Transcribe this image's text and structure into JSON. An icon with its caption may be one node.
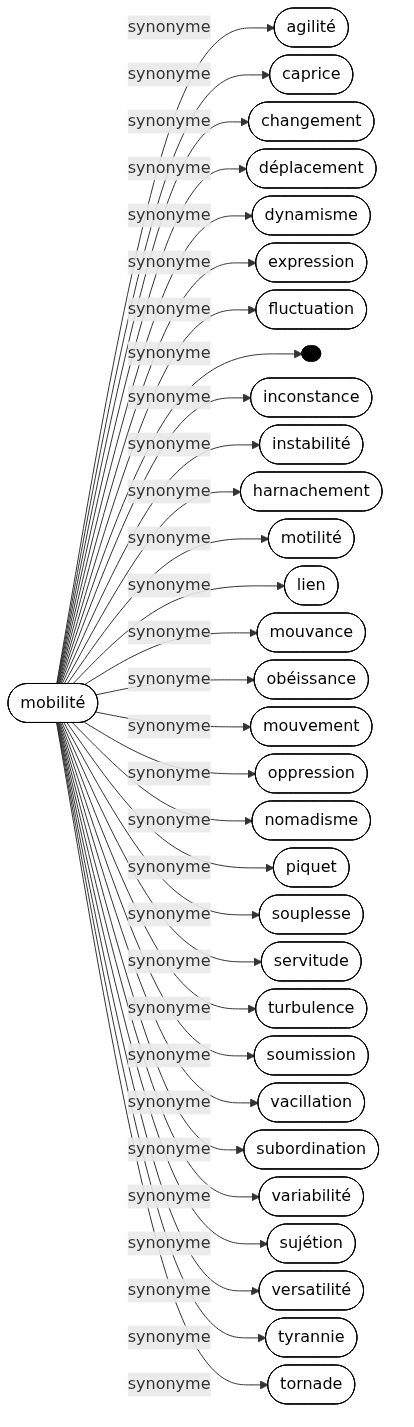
{
  "diagram": {
    "nodes": [
      {
        "text": [
          "mobilité"
        ]
      },
      {
        "text": [
          "agilité"
        ]
      },
      {
        "text": [
          "caprice"
        ]
      },
      {
        "text": [
          "changement"
        ]
      },
      {
        "text": [
          "déplacement"
        ]
      },
      {
        "text": [
          "dynamisme"
        ]
      },
      {
        "text": [
          "expression"
        ]
      },
      {
        "text": [
          "fluctuation"
        ]
      },
      {
        "text": [],
        "shape": "ellipse"
      },
      {
        "text": [
          "inconstance"
        ]
      },
      {
        "text": [
          "instabilité"
        ]
      },
      {
        "text": [
          "harnachement"
        ]
      },
      {
        "text": [
          "motilité"
        ]
      },
      {
        "text": [
          "lien"
        ]
      },
      {
        "text": [
          "mouvance"
        ]
      },
      {
        "text": [
          "obéissance"
        ]
      },
      {
        "text": [
          "mouvement"
        ]
      },
      {
        "text": [
          "oppression"
        ]
      },
      {
        "text": [
          "nomadisme"
        ]
      },
      {
        "text": [
          "piquet"
        ]
      },
      {
        "text": [
          "souplesse"
        ]
      },
      {
        "text": [
          "servitude"
        ]
      },
      {
        "text": [
          "turbulence"
        ]
      },
      {
        "text": [
          "soumission"
        ]
      },
      {
        "text": [
          "vacillation"
        ]
      },
      {
        "text": [
          "subordination"
        ]
      },
      {
        "text": [
          "variabilité"
        ]
      },
      {
        "text": [
          "sujétion"
        ]
      },
      {
        "text": [
          "versatilité"
        ]
      },
      {
        "text": [
          "tyrannie"
        ]
      },
      {
        "text": [
          "tornade"
        ]
      }
    ],
    "edges": [
      {
        "from": 0,
        "to": 1,
        "arrow": "to",
        "label": "synonyme"
      },
      {
        "from": 0,
        "to": 2,
        "arrow": "to",
        "label": "synonyme"
      },
      {
        "from": 0,
        "to": 3,
        "arrow": "to",
        "label": "synonyme"
      },
      {
        "from": 0,
        "to": 4,
        "arrow": "to",
        "label": "synonyme"
      },
      {
        "from": 0,
        "to": 5,
        "arrow": "to",
        "label": "synonyme"
      },
      {
        "from": 0,
        "to": 6,
        "arrow": "to",
        "label": "synonyme"
      },
      {
        "from": 0,
        "to": 7,
        "arrow": "to",
        "label": "synonyme"
      },
      {
        "from": 0,
        "to": 8,
        "arrow": "to",
        "label": "synonyme"
      },
      {
        "from": 0,
        "to": 9,
        "arrow": "to",
        "label": "synonyme"
      },
      {
        "from": 0,
        "to": 10,
        "arrow": "to",
        "label": "synonyme"
      },
      {
        "from": 0,
        "to": 11,
        "arrow": "to",
        "label": "synonyme"
      },
      {
        "from": 0,
        "to": 12,
        "arrow": "to",
        "label": "synonyme"
      },
      {
        "from": 0,
        "to": 13,
        "arrow": "to",
        "label": "synonyme"
      },
      {
        "from": 0,
        "to": 14,
        "arrow": "to",
        "label": "synonyme"
      },
      {
        "from": 0,
        "to": 15,
        "arrow": "to",
        "label": "synonyme"
      },
      {
        "from": 0,
        "to": 16,
        "arrow": "to",
        "label": "synonyme"
      },
      {
        "from": 0,
        "to": 17,
        "arrow": "to",
        "label": "synonyme"
      },
      {
        "from": 0,
        "to": 18,
        "arrow": "to",
        "label": "synonyme"
      },
      {
        "from": 0,
        "to": 19,
        "arrow": "to",
        "label": "synonyme"
      },
      {
        "from": 0,
        "to": 20,
        "arrow": "to",
        "label": "synonyme"
      },
      {
        "from": 0,
        "to": 21,
        "arrow": "to",
        "label": "synonyme"
      },
      {
        "from": 0,
        "to": 22,
        "arrow": "to",
        "label": "synonyme"
      },
      {
        "from": 0,
        "to": 23,
        "arrow": "to",
        "label": "synonyme"
      },
      {
        "from": 0,
        "to": 24,
        "arrow": "to",
        "label": "synonyme"
      },
      {
        "from": 0,
        "to": 25,
        "arrow": "to",
        "label": "synonyme"
      },
      {
        "from": 0,
        "to": 26,
        "arrow": "to",
        "label": "synonyme"
      },
      {
        "from": 0,
        "to": 27,
        "arrow": "to",
        "label": "synonyme"
      },
      {
        "from": 0,
        "to": 28,
        "arrow": "to",
        "label": "synonyme"
      },
      {
        "from": 0,
        "to": 29,
        "arrow": "to",
        "label": "synonyme"
      },
      {
        "from": 0,
        "to": 30,
        "arrow": "to",
        "label": "synonyme"
      }
    ]
  }
}
